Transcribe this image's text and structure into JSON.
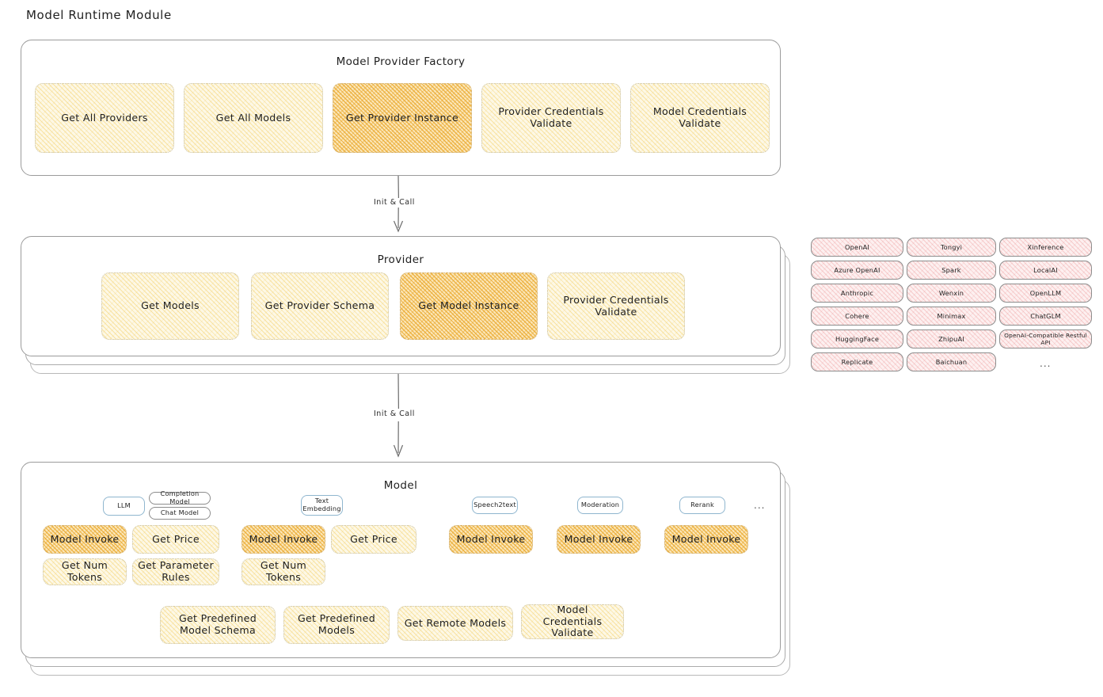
{
  "title": "Model Runtime Module",
  "sections": {
    "factory": {
      "title": "Model Provider Factory",
      "boxes": [
        {
          "label": "Get All Providers",
          "highlight": false
        },
        {
          "label": "Get All Models",
          "highlight": false
        },
        {
          "label": "Get Provider Instance",
          "highlight": true
        },
        {
          "label": "Provider Credentials Validate",
          "highlight": false
        },
        {
          "label": "Model Credentials Validate",
          "highlight": false
        }
      ]
    },
    "provider": {
      "title": "Provider",
      "boxes": [
        {
          "label": "Get Models",
          "highlight": false
        },
        {
          "label": "Get Provider Schema",
          "highlight": false
        },
        {
          "label": "Get Model Instance",
          "highlight": true
        },
        {
          "label": "Provider Credentials Validate",
          "highlight": false
        }
      ]
    },
    "model": {
      "title": "Model",
      "types": [
        {
          "name": "LLM",
          "tags": [
            "Completion Model",
            "Chat Model"
          ],
          "ops": [
            {
              "label": "Model Invoke",
              "highlight": true
            },
            {
              "label": "Get Price",
              "highlight": false
            },
            {
              "label": "Get Num Tokens",
              "highlight": false
            },
            {
              "label": "Get Parameter Rules",
              "highlight": false
            }
          ]
        },
        {
          "name": "Text Embedding",
          "tags": [],
          "ops": [
            {
              "label": "Model Invoke",
              "highlight": true
            },
            {
              "label": "Get Price",
              "highlight": false
            },
            {
              "label": "Get Num Tokens",
              "highlight": false
            }
          ]
        },
        {
          "name": "Speech2text",
          "tags": [],
          "ops": [
            {
              "label": "Model Invoke",
              "highlight": true
            }
          ]
        },
        {
          "name": "Moderation",
          "tags": [],
          "ops": [
            {
              "label": "Model Invoke",
              "highlight": true
            }
          ]
        },
        {
          "name": "Rerank",
          "tags": [],
          "ops": [
            {
              "label": "Model Invoke",
              "highlight": true
            }
          ]
        }
      ],
      "more": "...",
      "common_ops": [
        "Get Predefined Model Schema",
        "Get Predefined Models",
        "Get Remote Models",
        "Model Credentials Validate"
      ]
    }
  },
  "connectors": [
    {
      "label": "Init & Call"
    },
    {
      "label": "Init & Call"
    }
  ],
  "provider_list": {
    "columns": [
      [
        "OpenAI",
        "Azure OpenAI",
        "Anthropic",
        "Cohere",
        "HuggingFace",
        "Replicate"
      ],
      [
        "Tongyi",
        "Spark",
        "Wenxin",
        "Minimax",
        "ZhipuAI",
        "Baichuan"
      ],
      [
        "Xinference",
        "LocalAI",
        "OpenLLM",
        "ChatGLM",
        "OpenAI-Compatible Restful API"
      ]
    ],
    "more": "..."
  },
  "colors": {
    "panel_border": "#9b9b9b",
    "box_border": "#c9c2a8",
    "fill_light": "#fdf8e6",
    "fill_highlight": "#fbe7ba",
    "chip_pink": "#fdf0f0",
    "tag_blue": "#eaf4fb",
    "text": "#1f1f1f"
  }
}
